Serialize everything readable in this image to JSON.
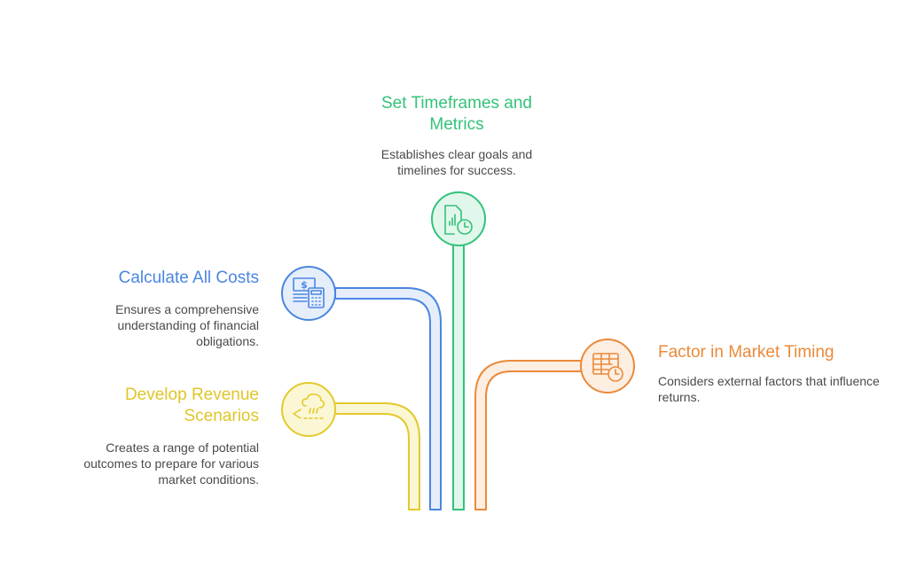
{
  "steps": {
    "timeframes": {
      "title": "Set Timeframes and Metrics",
      "description": "Establishes clear goals and timelines for success.",
      "icon": "report-clock-icon",
      "color": "#34c27a"
    },
    "costs": {
      "title": "Calculate All Costs",
      "description": "Ensures a comprehensive understanding of financial obligations.",
      "icon": "money-calculator-icon",
      "color": "#4a86e0"
    },
    "revenue": {
      "title": "Develop Revenue Scenarios",
      "description": "Creates a range of potential outcomes to prepare for various market conditions.",
      "icon": "rain-cloud-forecast-icon",
      "color": "#e0c52a"
    },
    "timing": {
      "title": "Factor in Market Timing",
      "description": "Considers external factors that influence returns.",
      "icon": "table-clock-icon",
      "color": "#ea8a3a"
    }
  }
}
